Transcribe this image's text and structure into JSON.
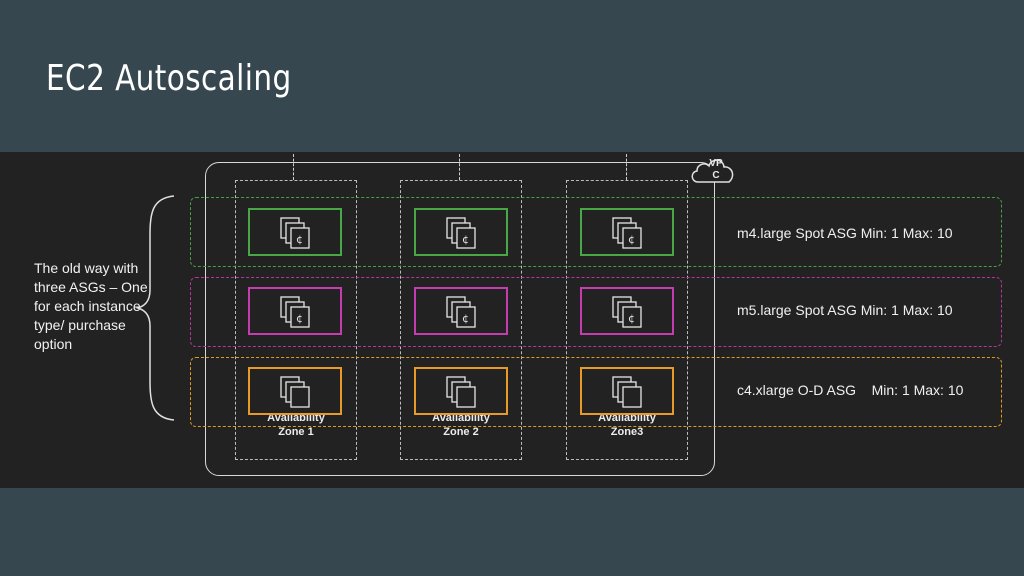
{
  "slide": {
    "title": "EC2 Autoscaling"
  },
  "diagram": {
    "side_note": "The old way with three ASGs – One for each instance type/ purchase option",
    "vpc_label": "VP\nC",
    "zones": [
      {
        "label": "Availability\nZone 1"
      },
      {
        "label": "Availability\nZone 2"
      },
      {
        "label": "Availability\nZone3"
      }
    ],
    "asg_rows": [
      {
        "label": "m4.large Spot ASG Min: 1 Max: 10",
        "color": "#49a845",
        "icon": "spot-instances-icon"
      },
      {
        "label": "m5.large Spot ASG Min: 1 Max: 10",
        "color": "#c53bb0",
        "icon": "spot-instances-icon"
      },
      {
        "label": "c4.xlarge O-D ASG    Min: 1 Max: 10",
        "color": "#e89a27",
        "icon": "on-demand-instances-icon"
      }
    ],
    "colors": {
      "background": "#37474f",
      "band": "#222222",
      "title": "#ffffff"
    }
  }
}
